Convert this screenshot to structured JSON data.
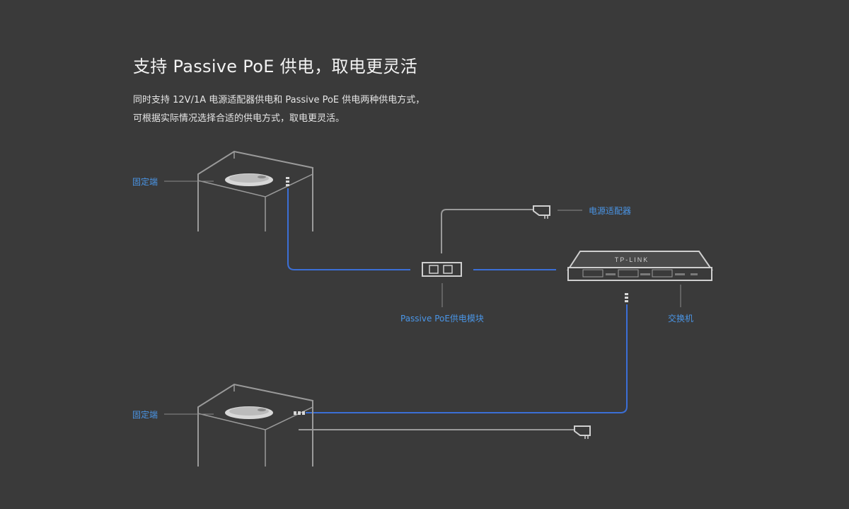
{
  "heading": {
    "title": "支持 Passive PoE 供电，取电更灵活",
    "line1": "同时支持 12V/1A 电源适配器供电和 Passive PoE 供电两种供电方式，",
    "line2": "可根据实际情况选择合适的供电方式，取电更灵活。"
  },
  "labels": {
    "fixed_end_top": "固定端",
    "fixed_end_bottom": "固定端",
    "power_adapter": "电源适配器",
    "poe_module": "Passive PoE供电模块",
    "switch": "交换机",
    "switch_brand": "TP-LINK"
  },
  "colors": {
    "background": "#3a3a3a",
    "line_gray": "#9a9a9a",
    "cable_blue": "#3b6fd6",
    "label_blue": "#4a95e6"
  }
}
